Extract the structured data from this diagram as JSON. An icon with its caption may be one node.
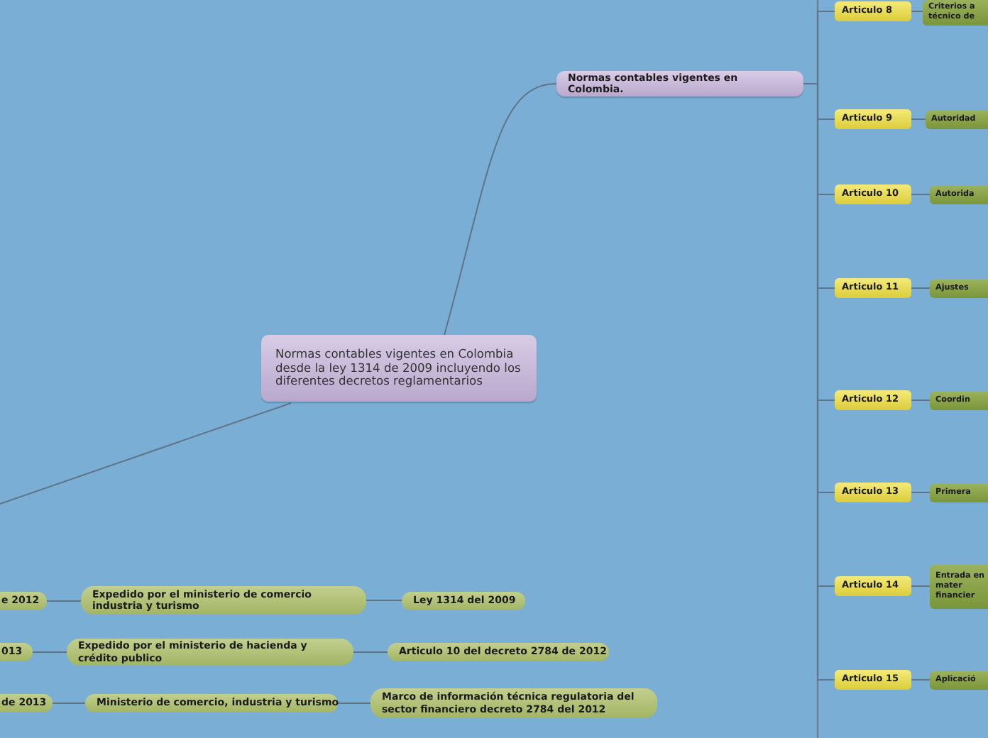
{
  "diagram": {
    "nodes": [
      {
        "text": [
          "Normas contables vigentes en Colombia desde la ley 1314 de 2009 incluyendo los diferentes decretos reglamentarios"
        ]
      },
      {
        "text": [
          "Normas contables vigentes en Colombia."
        ]
      },
      {
        "text": [
          "Articulo 8"
        ]
      },
      {
        "text": [
          "Articulo 9"
        ]
      },
      {
        "text": [
          "Articulo 10"
        ]
      },
      {
        "text": [
          "Articulo 11"
        ]
      },
      {
        "text": [
          "Articulo 12"
        ]
      },
      {
        "text": [
          "Articulo 13"
        ]
      },
      {
        "text": [
          "Articulo 14"
        ]
      },
      {
        "text": [
          "Articulo 15"
        ]
      },
      {
        "text": [
          "Criterios a técnico de"
        ]
      },
      {
        "text": [
          "Autoridad"
        ]
      },
      {
        "text": [
          "Autorida"
        ]
      },
      {
        "text": [
          "Ajustes"
        ]
      },
      {
        "text": [
          "Coordin"
        ]
      },
      {
        "text": [
          "Primera"
        ]
      },
      {
        "text": [
          "Entrada en mater financier"
        ]
      },
      {
        "text": [
          "Aplicació"
        ]
      },
      {
        "text": [
          "e 2012"
        ]
      },
      {
        "text": [
          "Expedido por el ministerio de  comercio industria y turismo"
        ]
      },
      {
        "text": [
          "Ley 1314 del 2009"
        ]
      },
      {
        "text": [
          "013"
        ]
      },
      {
        "text": [
          "Expedido por el ministerio de hacienda y crédito publico"
        ]
      },
      {
        "text": [
          "Articulo 10 del decreto 2784 de 2012"
        ]
      },
      {
        "text": [
          "de 2013"
        ]
      },
      {
        "text": [
          "Ministerio de comercio, industria y turismo"
        ]
      },
      {
        "text": [
          "Marco de información técnica  regulatoria del sector financiero decreto 2784 del 2012"
        ]
      }
    ],
    "edges": [
      {
        "from": 0,
        "to": 1,
        "arrow": "none"
      },
      {
        "from": 0,
        "to": null,
        "arrow": "none"
      },
      {
        "from": 1,
        "to": 2,
        "arrow": "none"
      },
      {
        "from": 1,
        "to": 3,
        "arrow": "none"
      },
      {
        "from": 1,
        "to": 4,
        "arrow": "none"
      },
      {
        "from": 1,
        "to": 5,
        "arrow": "none"
      },
      {
        "from": 1,
        "to": 6,
        "arrow": "none"
      },
      {
        "from": 1,
        "to": 7,
        "arrow": "none"
      },
      {
        "from": 1,
        "to": 8,
        "arrow": "none"
      },
      {
        "from": 1,
        "to": 9,
        "arrow": "none"
      },
      {
        "from": 2,
        "to": 10,
        "arrow": "none"
      },
      {
        "from": 3,
        "to": 11,
        "arrow": "none"
      },
      {
        "from": 4,
        "to": 12,
        "arrow": "none"
      },
      {
        "from": 5,
        "to": 13,
        "arrow": "none"
      },
      {
        "from": 6,
        "to": 14,
        "arrow": "none"
      },
      {
        "from": 7,
        "to": 15,
        "arrow": "none"
      },
      {
        "from": 8,
        "to": 16,
        "arrow": "none"
      },
      {
        "from": 9,
        "to": 17,
        "arrow": "none"
      },
      {
        "from": 18,
        "to": 19,
        "arrow": "none"
      },
      {
        "from": 19,
        "to": 20,
        "arrow": "none"
      },
      {
        "from": 21,
        "to": 22,
        "arrow": "none"
      },
      {
        "from": 22,
        "to": 23,
        "arrow": "none"
      },
      {
        "from": 24,
        "to": 25,
        "arrow": "none"
      },
      {
        "from": 25,
        "to": 26,
        "arrow": "none"
      }
    ]
  }
}
